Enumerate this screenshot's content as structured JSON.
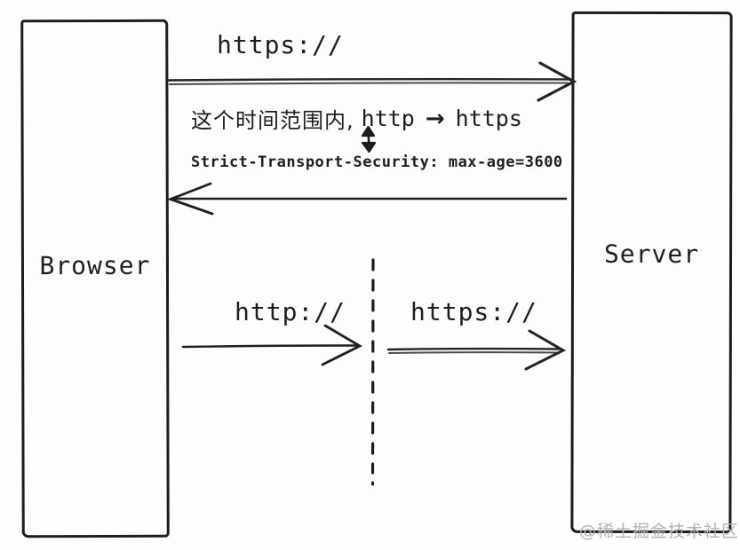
{
  "diagram": {
    "title_semantic": "HSTS http to https redirect flow",
    "browser": {
      "label": "Browser"
    },
    "server": {
      "label": "Server"
    },
    "top_flow": {
      "label": "https://"
    },
    "note": {
      "prefix": "这个时间范围内,",
      "from": "http",
      "arrow": "→",
      "to": "https",
      "header": "Strict-Transport-Security: max-age=3600"
    },
    "bottom_flow": {
      "http_label": "http://",
      "https_label": "https://"
    },
    "watermark": "@稀土掘金技术社区",
    "colors": {
      "ink": "#1e1e1e",
      "background": "#fdfdfd",
      "watermark_gray": "#b3b2b0"
    }
  }
}
